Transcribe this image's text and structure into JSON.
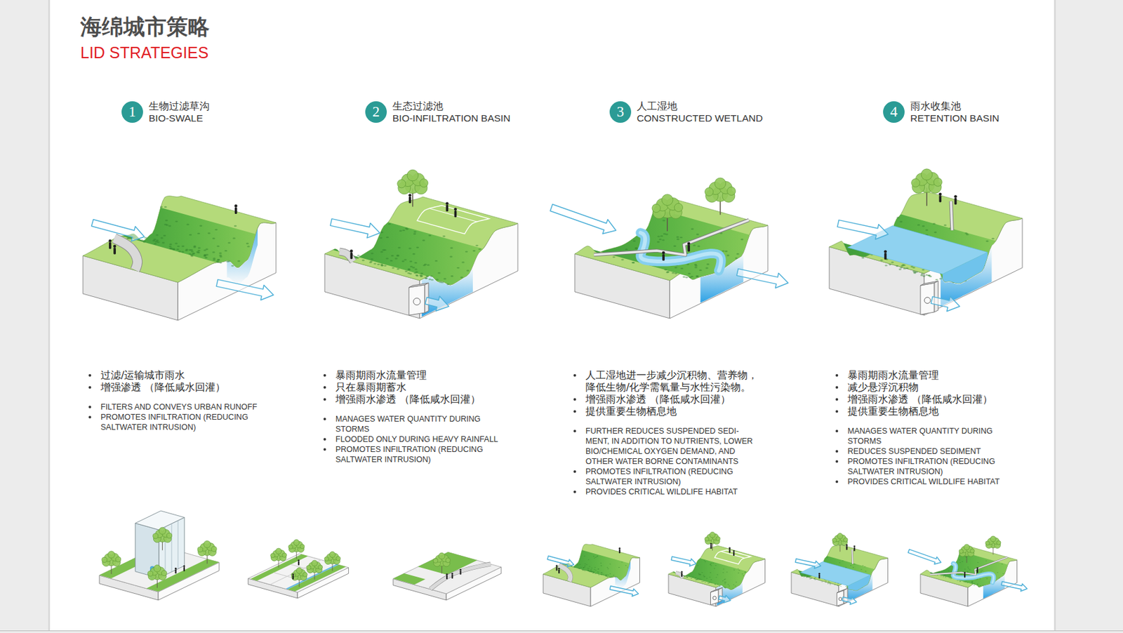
{
  "diagram": {
    "title": "海绵城市策略",
    "nodes": [
      {
        "text": [
          "1",
          "生物过滤草沟",
          "BIO-SWALE"
        ]
      },
      {
        "text": [
          "2",
          "生态过滤池",
          "BIO-INFILTRATION BASIN"
        ]
      },
      {
        "text": [
          "3",
          "人工湿地",
          "CONSTRUCTED WETLAND"
        ]
      },
      {
        "text": [
          "4",
          "雨水收集池",
          "RETENTION BASIN"
        ]
      }
    ],
    "labels": [
      "LID STRATEGIES",
      "过滤/运输城市雨水",
      "增强渗透 （降低咸水回灌）",
      "FILTERS AND CONVEYS URBAN RUNOFF",
      "PROMOTES INFILTRATION (REDUCING SALTWATER INTRUSION)",
      "暴雨期雨水流量管理",
      "只在暴雨期蓄水",
      "增强雨水渗透 （降低咸水回灌）",
      "MANAGES WATER QUANTITY DURING STORMS",
      "FLOODED ONLY DURING HEAVY RAINFALL",
      "PROMOTES INFILTRATION (REDUCING SALTWATER INTRUSION)",
      "人工湿地进一步减少沉积物、营养物， 降低生物/化学需氧量与水性污染物。",
      "增强雨水渗透 （降低咸水回灌）",
      "提供重要生物栖息地",
      "FURTHER REDUCES SUSPENDED SEDI- MENT, IN ADDITION TO NUTRIENTS, LOWER BIO/CHEMICAL OXYGEN DEMAND, AND OTHER WATER BORNE CONTAMINANTS",
      "PROMOTES INFILTRATION (REDUCING SALTWATER INTRUSION)",
      "PROVIDES CRITICAL WILDLIFE HABITAT",
      "暴雨期雨水流量管理",
      "减少悬浮沉积物",
      "增强雨水渗透 （降低咸水回灌）",
      "提供重要生物栖息地",
      "MANAGES WATER QUANTITY DURING STORMS",
      "REDUCES SUSPENDED SEDIMENT",
      "PROMOTES INFILTRATION (REDUCING SALTWATER INTRUSION)",
      "PROVIDES CRITICAL WILDLIFE HABITAT"
    ]
  }
}
